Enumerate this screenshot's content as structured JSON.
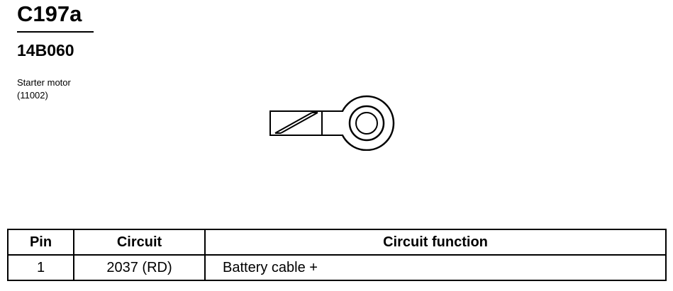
{
  "connector": {
    "id": "C197a",
    "part_number": "14B060",
    "description_line1": "Starter motor",
    "description_line2": "(11002)"
  },
  "drawing": {
    "icon": "ring-terminal-icon"
  },
  "pinout": {
    "headers": [
      "Pin",
      "Circuit",
      "Circuit function"
    ],
    "rows": [
      {
        "pin": "1",
        "circuit": "2037 (RD)",
        "function": "Battery cable +"
      }
    ]
  }
}
